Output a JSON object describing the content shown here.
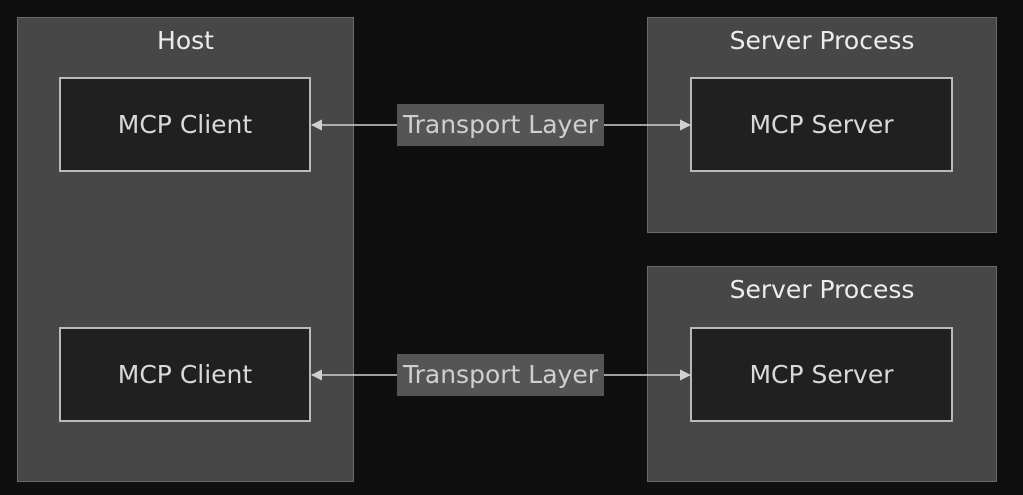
{
  "host": {
    "title": "Host",
    "clients": [
      {
        "label": "MCP Client"
      },
      {
        "label": "MCP Client"
      }
    ]
  },
  "server_processes": [
    {
      "title": "Server Process",
      "server_label": "MCP Server"
    },
    {
      "title": "Server Process",
      "server_label": "MCP Server"
    }
  ],
  "connections": [
    {
      "label": "Transport Layer"
    },
    {
      "label": "Transport Layer"
    }
  ],
  "colors": {
    "background": "#0f0f10",
    "group_fill": "#474747",
    "node_fill": "#202020",
    "node_border": "#b9b9b9",
    "edge": "#d0d0d0",
    "edge_label_fill": "#555555"
  }
}
